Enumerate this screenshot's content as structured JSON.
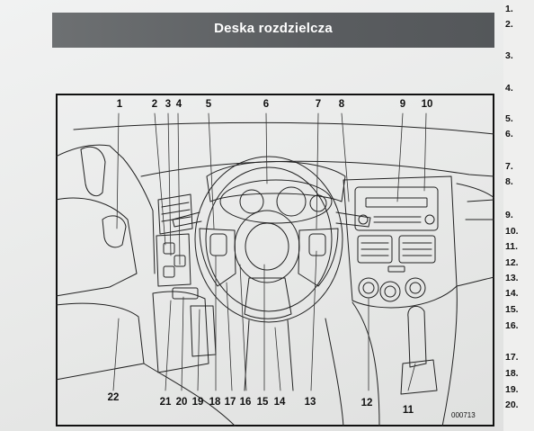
{
  "header": {
    "title": "Deska rozdzielcza"
  },
  "figure": {
    "code": "000713",
    "callouts_top": [
      "1",
      "2",
      "3",
      "4",
      "5",
      "6",
      "7",
      "8",
      "9",
      "10"
    ],
    "callouts_bottom": [
      "22",
      "21",
      "20",
      "19",
      "18",
      "17",
      "16",
      "15",
      "14",
      "13",
      "12",
      "11"
    ]
  },
  "side_list": {
    "items": [
      "1.",
      "2.",
      "3.",
      "4.",
      "5.",
      "6.",
      "7.",
      "8.",
      "9.",
      "10.",
      "11.",
      "12.",
      "13.",
      "14.",
      "15.",
      "16.",
      "17.",
      "18.",
      "19.",
      "20."
    ]
  }
}
